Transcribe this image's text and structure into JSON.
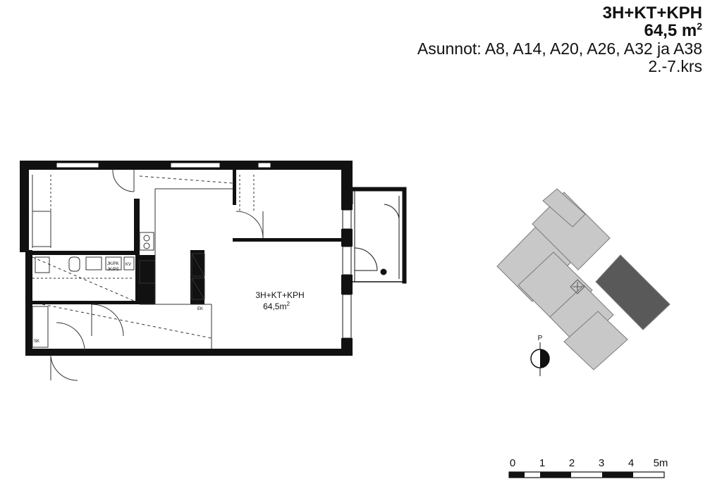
{
  "header": {
    "apartment_type": "3H+KT+KPH",
    "area_value": "64,5 m",
    "area_sup": "2",
    "units": "Asunnot: A8, A14, A20, A26, A32 ja A38",
    "floors": "2.-7.krs"
  },
  "plan": {
    "room_label": "3H+KT+KPH",
    "room_area_value": "64,5m",
    "room_area_sup": "2",
    "small_labels": {
      "kv": "KV",
      "jk_pk": "JK/PK",
      "jk_ps": "JK/PS",
      "pk": "PK",
      "ek": "EK",
      "sk": "SK"
    }
  },
  "compass": {
    "label": "P"
  },
  "scale_bar": {
    "ticks": [
      "0",
      "1",
      "2",
      "3",
      "4",
      "5m"
    ]
  },
  "colors": {
    "wall": "#111111",
    "building_light": "#c8c8c8",
    "building_highlight": "#595959",
    "outline": "#7a7a7a"
  }
}
